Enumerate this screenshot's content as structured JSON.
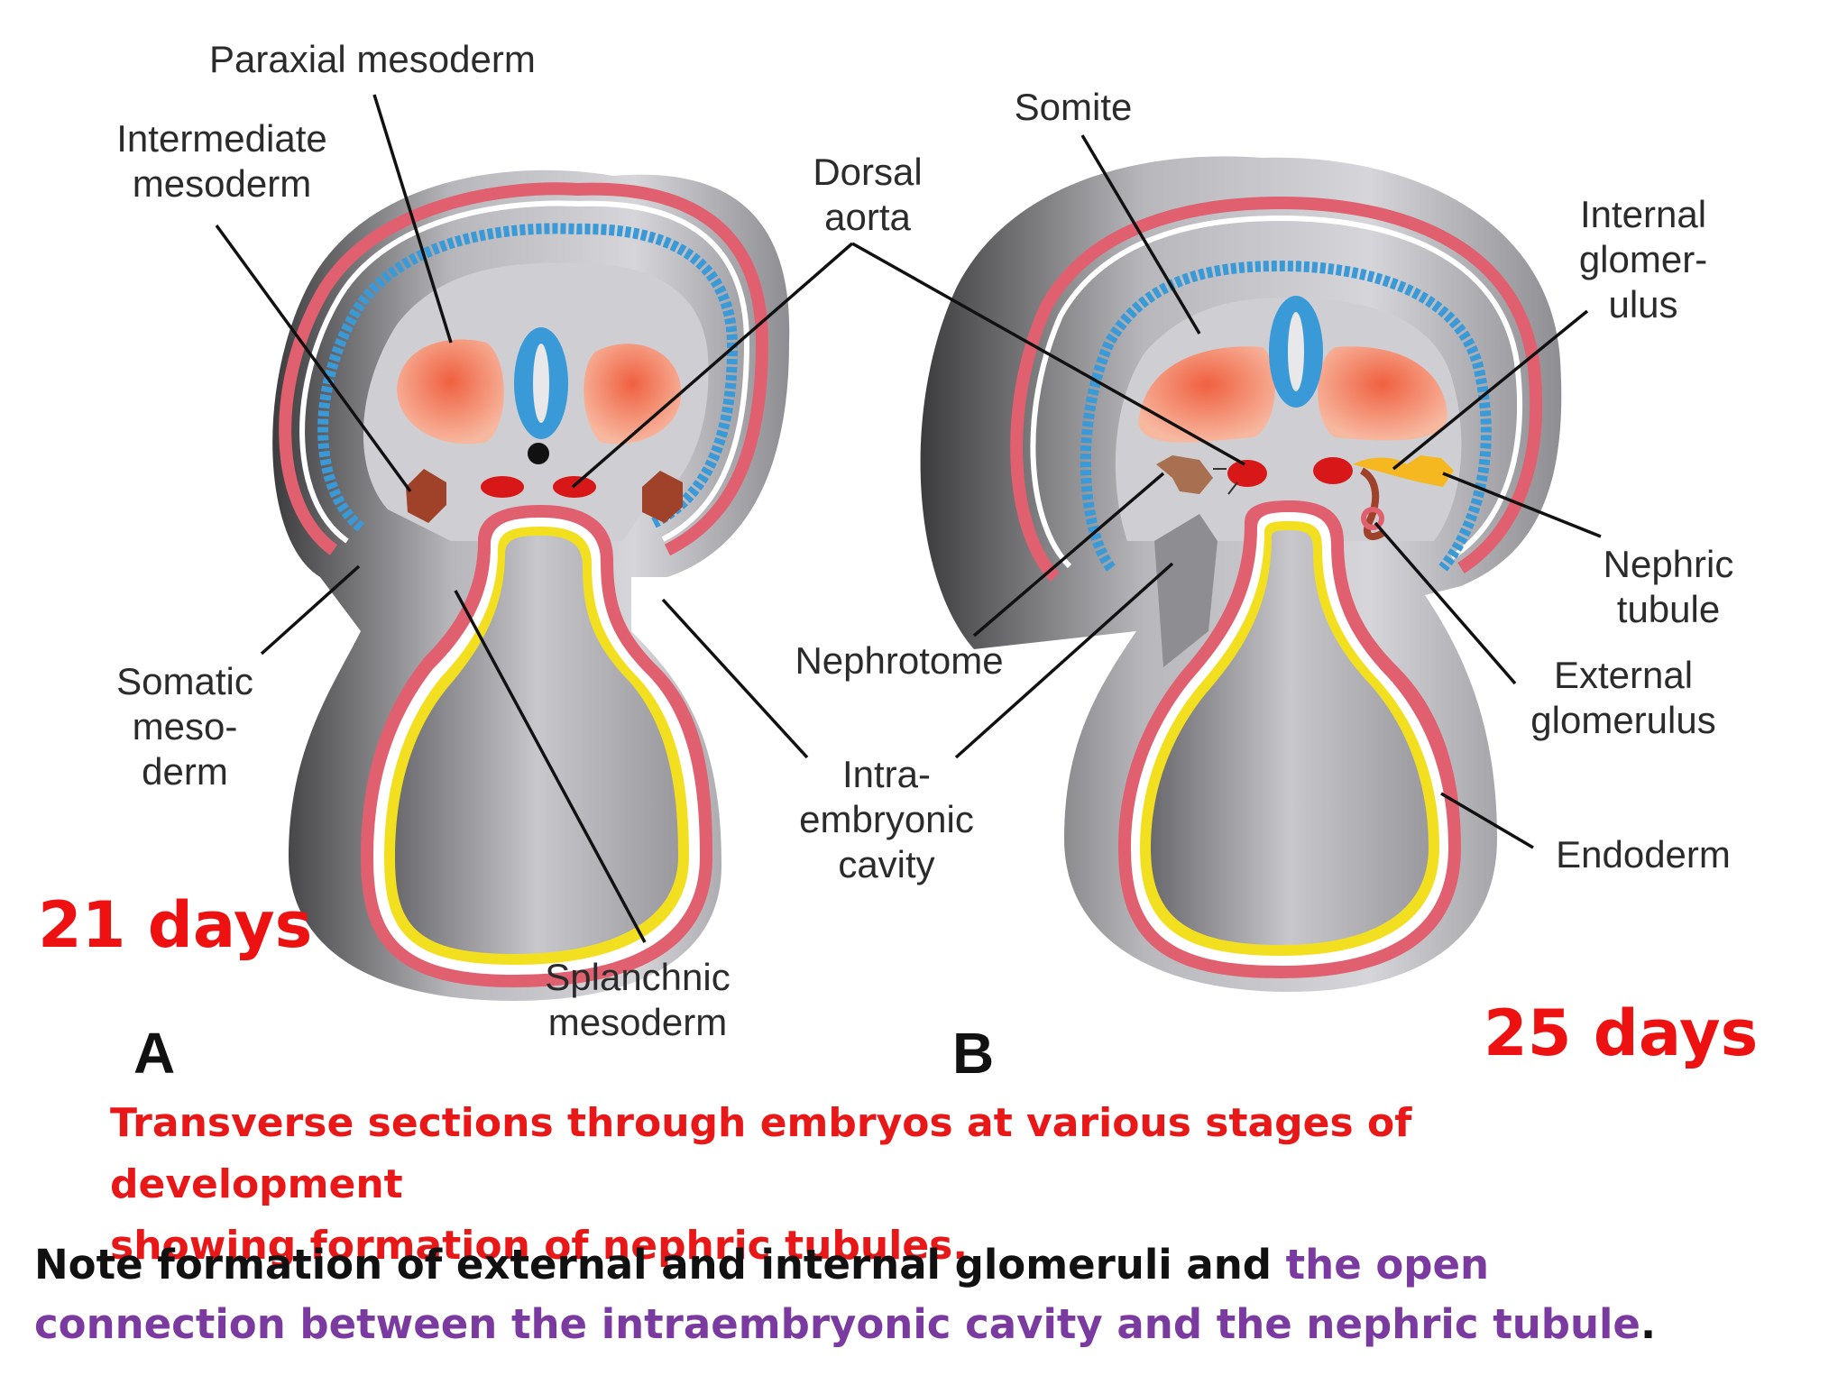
{
  "panels": {
    "A": {
      "letter": "A",
      "days": "21 days"
    },
    "B": {
      "letter": "B",
      "days": "25 days"
    }
  },
  "labels_a": {
    "paraxial": "Paraxial mesoderm",
    "intermediate_1": "Intermediate",
    "intermediate_2": "mesoderm",
    "dorsal_1": "Dorsal",
    "dorsal_2": "aorta",
    "somatic_1": "Somatic",
    "somatic_2": "meso-",
    "somatic_3": "derm",
    "splanchnic_1": "Splanchnic",
    "splanchnic_2": "mesoderm",
    "nephrotome": "Nephrotome",
    "intra_1": "Intra-",
    "intra_2": "embryonic",
    "intra_3": "cavity"
  },
  "labels_b": {
    "somite": "Somite",
    "internal_1": "Internal",
    "internal_2": "glomer-",
    "internal_3": "ulus",
    "nephric_1": "Nephric",
    "nephric_2": "tubule",
    "external_1": "External",
    "external_2": "glomerulus",
    "endoderm": "Endoderm"
  },
  "caption": {
    "line1": "Transverse sections through embryos at various stages of development",
    "line2": "showing formation of nephric tubules."
  },
  "note": {
    "plain_before": "Note formation of external and internal glomeruli and ",
    "highlight": "the open connection between the intraembryonic cavity and the nephric tubule",
    "plain_after": "."
  },
  "colors": {
    "ectoderm_pink": "#e06070",
    "neural_blue": "#3a9ad8",
    "somite_orange": "#ef7a5a",
    "nephrotome_brown": "#a0422a",
    "aorta_red": "#d81818",
    "endoderm_yellow": "#f2e020",
    "glomerulus_yellow": "#f5b820",
    "caption_red": "#e81818",
    "note_purple": "#7a3aa0"
  }
}
